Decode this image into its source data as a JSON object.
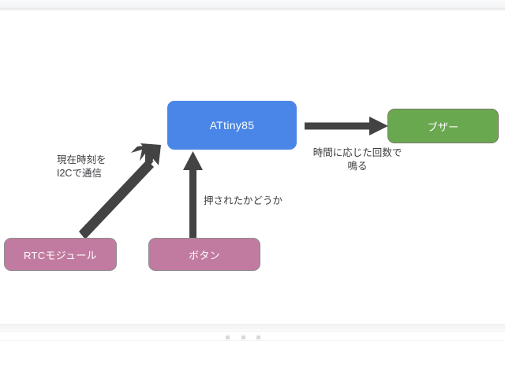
{
  "viewer": {
    "pager_dots": [
      "dot",
      "dot",
      "dot"
    ]
  },
  "diagram": {
    "title": "ATtiny85 buzzer clock block diagram",
    "nodes": [
      {
        "id": "attiny",
        "label": "ATtiny85",
        "color": "#4a86e8"
      },
      {
        "id": "buzzer",
        "label": "ブザー",
        "color": "#6aa84f"
      },
      {
        "id": "rtc",
        "label": "RTCモジュール",
        "color": "#c27ba0"
      },
      {
        "id": "button",
        "label": "ボタン",
        "color": "#c27ba0"
      }
    ],
    "edges": [
      {
        "id": "rtc-to-attiny",
        "from": "rtc",
        "to": "attiny",
        "label": "現在時刻を\nI2Cで通信",
        "color": "#434343"
      },
      {
        "id": "button-to-attiny",
        "from": "button",
        "to": "attiny",
        "label": "押されたかどうか",
        "color": "#434343"
      },
      {
        "id": "attiny-to-buzzer",
        "from": "attiny",
        "to": "buzzer",
        "label": "時間に応じた回数で\n鳴る",
        "color": "#434343"
      }
    ]
  }
}
